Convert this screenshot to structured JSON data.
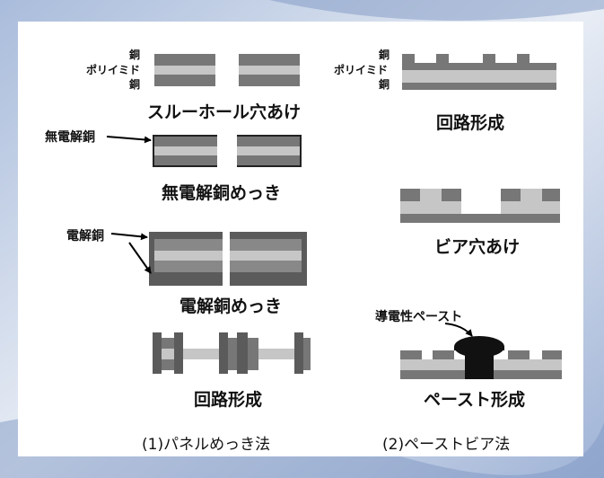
{
  "colors": {
    "copper": "#777777",
    "polyimide": "#c6c6c6",
    "plated_copper": "#5b5b5b",
    "paste": "#111111",
    "background_accent": "#7f98c4"
  },
  "left_column": {
    "layer_labels": {
      "top": "銅",
      "middle": "ポリイミド",
      "bottom": "銅"
    },
    "step1_caption": "スルーホール穴あけ",
    "electroless_label": "無電解銅",
    "step2_caption": "無電解銅めっき",
    "electrolytic_label": "電解銅",
    "step3_caption": "電解銅めっき",
    "step4_caption": "回路形成",
    "method_title": "(1)パネルめっき法"
  },
  "right_column": {
    "layer_labels": {
      "top": "銅",
      "middle": "ポリイミド",
      "bottom": "銅"
    },
    "step1_caption": "回路形成",
    "step2_caption": "ビア穴あけ",
    "paste_label": "導電性ペースト",
    "step3_caption": "ペースト形成",
    "method_title": "(2)ペーストビア法"
  }
}
